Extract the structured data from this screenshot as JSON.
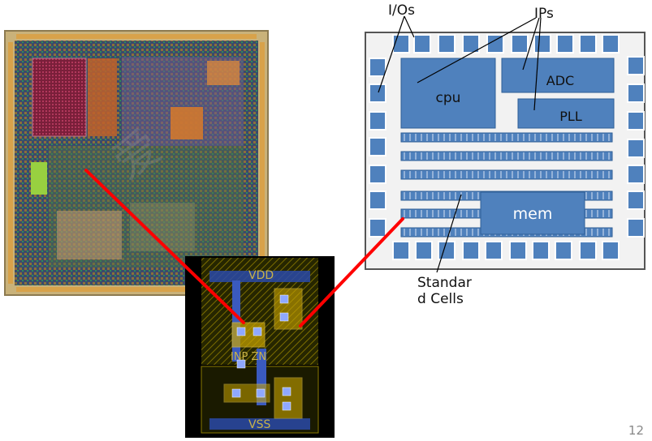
{
  "labels": {
    "ios": "I/Os",
    "ips": "IPs",
    "cpu": "cpu",
    "adc": "ADC",
    "pll": "PLL",
    "mem": "mem",
    "std_cells_line1": "Standar",
    "std_cells_line2": "d Cells"
  },
  "layout_cell": {
    "vdd": "VDD",
    "vss": "VSS",
    "pins": "INP  ZN"
  },
  "watermark": "爱",
  "page_number": "12",
  "colors": {
    "block": "#4f81bd",
    "block_border": "#2f5f96",
    "chip_bg": "#f2f2f2",
    "link_line": "#ff0000",
    "die_border": "#b89a58"
  }
}
